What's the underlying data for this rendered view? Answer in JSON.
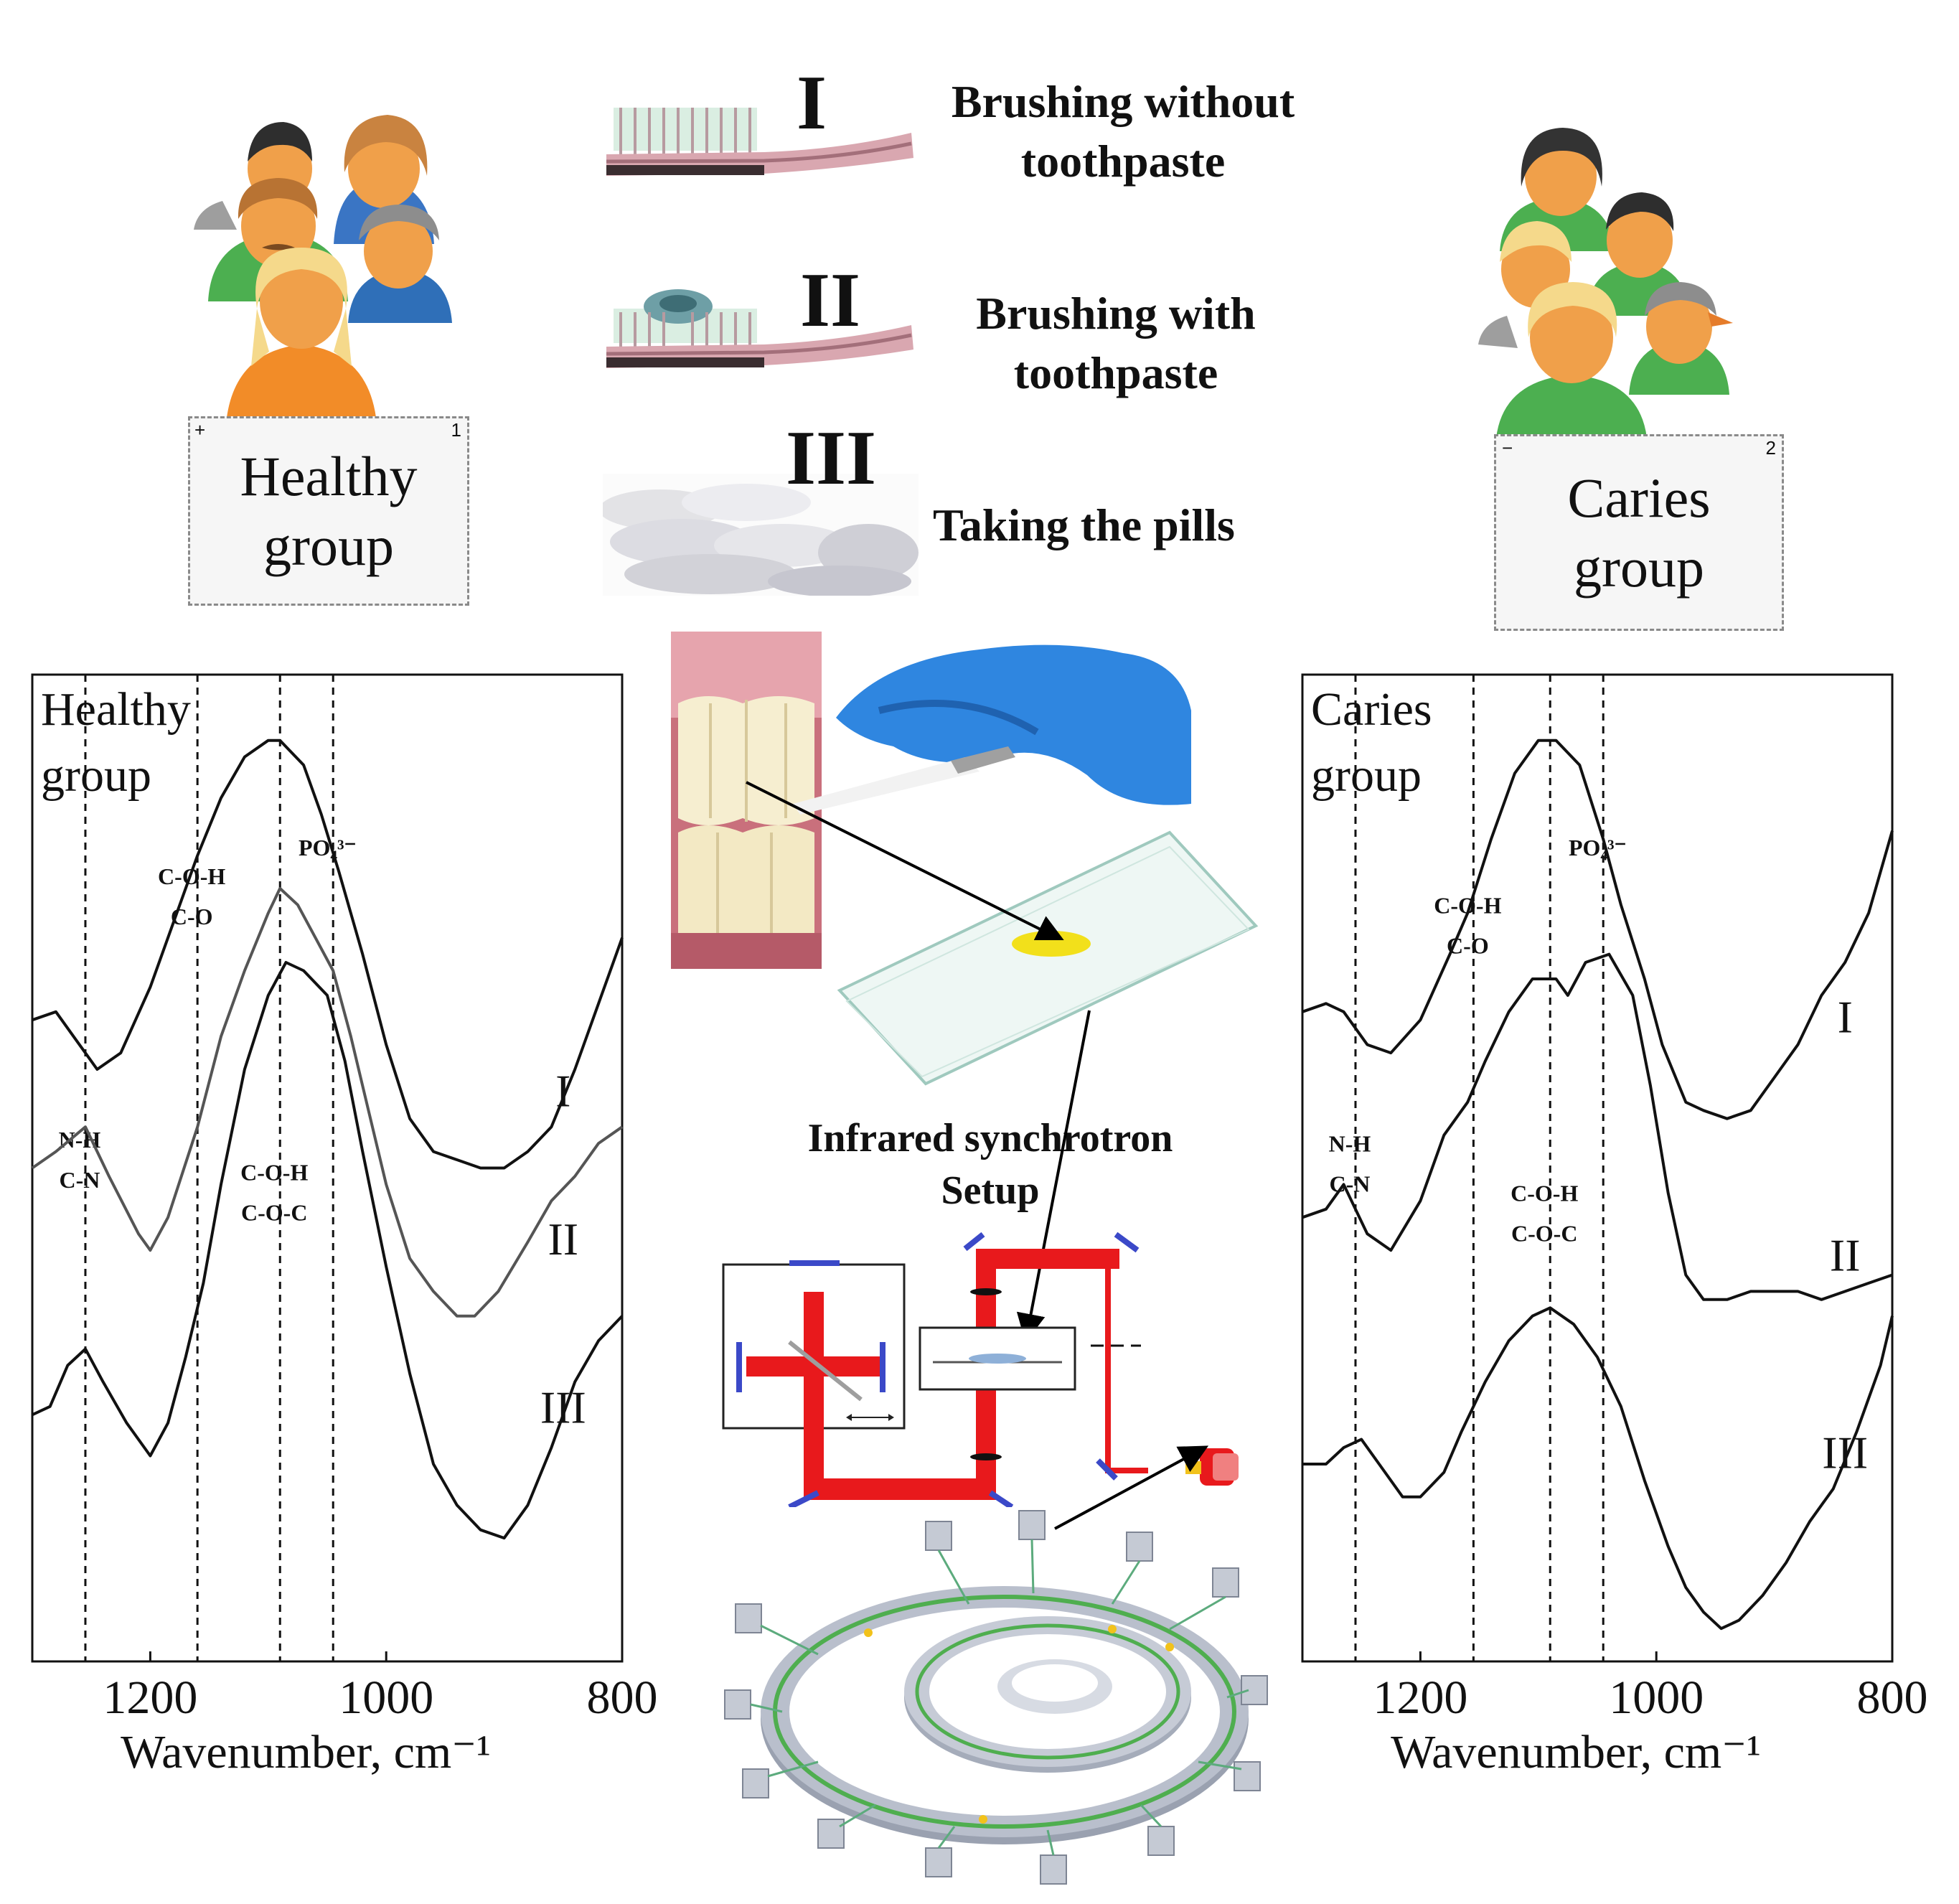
{
  "groups": {
    "healthy": {
      "label": "Healthy\ngroup",
      "tab_symbol": "+",
      "tab_number": "1"
    },
    "caries": {
      "label": "Caries\ngroup",
      "tab_symbol": "−",
      "tab_number": "2"
    }
  },
  "steps": [
    {
      "numeral": "I",
      "text": "Brushing without\ntoothpaste",
      "icon": "toothbrush-icon"
    },
    {
      "numeral": "II",
      "text": "Brushing with\ntoothpaste",
      "icon": "toothbrush-with-paste-icon"
    },
    {
      "numeral": "III",
      "text": "Taking the pills",
      "icon": "pills-icon"
    }
  ],
  "setup": {
    "title": "Infrared synchrotron\nSetup"
  },
  "chart_data": [
    {
      "type": "line",
      "title": "Healthy\ngroup",
      "xlabel": "Wavenumber, cm⁻¹",
      "ylabel": "",
      "xlim": [
        1300,
        800
      ],
      "x_ticks": [
        1200,
        1000,
        800
      ],
      "x_tick_labels": [
        "1200",
        "1000",
        "800"
      ],
      "grid": false,
      "series": [
        {
          "name": "I",
          "color": "#111111",
          "points": [
            [
              1300,
              0.66
            ],
            [
              1280,
              0.67
            ],
            [
              1265,
              0.64
            ],
            [
              1245,
              0.6
            ],
            [
              1225,
              0.62
            ],
            [
              1200,
              0.7
            ],
            [
              1175,
              0.8
            ],
            [
              1160,
              0.86
            ],
            [
              1140,
              0.93
            ],
            [
              1120,
              0.98
            ],
            [
              1100,
              1.0
            ],
            [
              1090,
              1.0
            ],
            [
              1070,
              0.97
            ],
            [
              1055,
              0.91
            ],
            [
              1040,
              0.84
            ],
            [
              1020,
              0.74
            ],
            [
              1000,
              0.63
            ],
            [
              980,
              0.54
            ],
            [
              960,
              0.5
            ],
            [
              940,
              0.49
            ],
            [
              920,
              0.48
            ],
            [
              900,
              0.48
            ],
            [
              880,
              0.5
            ],
            [
              860,
              0.53
            ],
            [
              840,
              0.6
            ],
            [
              820,
              0.68
            ],
            [
              800,
              0.76
            ]
          ]
        },
        {
          "name": "II",
          "color": "#555555",
          "points": [
            [
              1300,
              0.48
            ],
            [
              1280,
              0.5
            ],
            [
              1255,
              0.53
            ],
            [
              1235,
              0.47
            ],
            [
              1210,
              0.4
            ],
            [
              1200,
              0.38
            ],
            [
              1185,
              0.42
            ],
            [
              1160,
              0.53
            ],
            [
              1140,
              0.64
            ],
            [
              1120,
              0.72
            ],
            [
              1100,
              0.79
            ],
            [
              1090,
              0.82
            ],
            [
              1075,
              0.8
            ],
            [
              1060,
              0.76
            ],
            [
              1045,
              0.72
            ],
            [
              1030,
              0.64
            ],
            [
              1015,
              0.55
            ],
            [
              1000,
              0.46
            ],
            [
              980,
              0.37
            ],
            [
              960,
              0.33
            ],
            [
              940,
              0.3
            ],
            [
              925,
              0.3
            ],
            [
              905,
              0.33
            ],
            [
              880,
              0.39
            ],
            [
              860,
              0.44
            ],
            [
              840,
              0.47
            ],
            [
              820,
              0.51
            ],
            [
              800,
              0.53
            ]
          ]
        },
        {
          "name": "III",
          "color": "#111111",
          "points": [
            [
              1300,
              0.18
            ],
            [
              1285,
              0.19
            ],
            [
              1270,
              0.24
            ],
            [
              1255,
              0.26
            ],
            [
              1240,
              0.22
            ],
            [
              1220,
              0.17
            ],
            [
              1200,
              0.13
            ],
            [
              1185,
              0.17
            ],
            [
              1170,
              0.25
            ],
            [
              1155,
              0.34
            ],
            [
              1140,
              0.46
            ],
            [
              1120,
              0.6
            ],
            [
              1100,
              0.69
            ],
            [
              1085,
              0.73
            ],
            [
              1070,
              0.72
            ],
            [
              1050,
              0.69
            ],
            [
              1035,
              0.61
            ],
            [
              1020,
              0.5
            ],
            [
              1000,
              0.36
            ],
            [
              980,
              0.23
            ],
            [
              960,
              0.12
            ],
            [
              940,
              0.07
            ],
            [
              920,
              0.04
            ],
            [
              900,
              0.03
            ],
            [
              880,
              0.07
            ],
            [
              860,
              0.14
            ],
            [
              840,
              0.22
            ],
            [
              820,
              0.27
            ],
            [
              800,
              0.3
            ]
          ]
        }
      ],
      "series_labels": [
        {
          "text": "I",
          "x": 850,
          "y": 0.555
        },
        {
          "text": "II",
          "x": 850,
          "y": 0.375
        },
        {
          "text": "III",
          "x": 850,
          "y": 0.17
        }
      ],
      "markers": [
        {
          "x": 1255,
          "labels": [
            "N-H",
            "C-N"
          ],
          "label_y": 0.505
        },
        {
          "x": 1160,
          "labels": [
            "C-O-H",
            "C-O"
          ],
          "label_y": 0.825
        },
        {
          "x": 1090,
          "labels": [
            "C-O-H",
            "C-O-C"
          ],
          "label_y": 0.465
        },
        {
          "x": 1045,
          "labels": [
            "PO₄³⁻"
          ],
          "label_y": 0.86
        }
      ]
    },
    {
      "type": "line",
      "title": "Caries\ngroup",
      "xlabel": "Wavenumber, cm⁻¹",
      "ylabel": "",
      "xlim": [
        1300,
        800
      ],
      "x_ticks": [
        1200,
        1000,
        800
      ],
      "x_tick_labels": [
        "1200",
        "1000",
        "800"
      ],
      "grid": false,
      "series": [
        {
          "name": "I",
          "color": "#111111",
          "points": [
            [
              1300,
              0.67
            ],
            [
              1280,
              0.68
            ],
            [
              1265,
              0.67
            ],
            [
              1245,
              0.63
            ],
            [
              1225,
              0.62
            ],
            [
              1200,
              0.66
            ],
            [
              1175,
              0.74
            ],
            [
              1160,
              0.79
            ],
            [
              1140,
              0.88
            ],
            [
              1120,
              0.96
            ],
            [
              1100,
              1.0
            ],
            [
              1085,
              1.0
            ],
            [
              1065,
              0.97
            ],
            [
              1045,
              0.88
            ],
            [
              1030,
              0.8
            ],
            [
              1010,
              0.71
            ],
            [
              995,
              0.63
            ],
            [
              975,
              0.56
            ],
            [
              960,
              0.55
            ],
            [
              940,
              0.54
            ],
            [
              920,
              0.55
            ],
            [
              900,
              0.59
            ],
            [
              880,
              0.63
            ],
            [
              860,
              0.69
            ],
            [
              840,
              0.73
            ],
            [
              820,
              0.79
            ],
            [
              800,
              0.89
            ]
          ]
        },
        {
          "name": "II",
          "color": "#111111",
          "points": [
            [
              1300,
              0.42
            ],
            [
              1280,
              0.43
            ],
            [
              1265,
              0.46
            ],
            [
              1245,
              0.4
            ],
            [
              1225,
              0.38
            ],
            [
              1200,
              0.44
            ],
            [
              1180,
              0.52
            ],
            [
              1160,
              0.56
            ],
            [
              1145,
              0.61
            ],
            [
              1125,
              0.67
            ],
            [
              1105,
              0.71
            ],
            [
              1085,
              0.71
            ],
            [
              1075,
              0.69
            ],
            [
              1060,
              0.73
            ],
            [
              1040,
              0.74
            ],
            [
              1020,
              0.69
            ],
            [
              1005,
              0.58
            ],
            [
              990,
              0.45
            ],
            [
              975,
              0.35
            ],
            [
              960,
              0.32
            ],
            [
              940,
              0.32
            ],
            [
              920,
              0.33
            ],
            [
              900,
              0.33
            ],
            [
              880,
              0.33
            ],
            [
              860,
              0.32
            ],
            [
              840,
              0.33
            ],
            [
              820,
              0.34
            ],
            [
              800,
              0.35
            ]
          ]
        },
        {
          "name": "III",
          "color": "#111111",
          "points": [
            [
              1300,
              0.12
            ],
            [
              1280,
              0.12
            ],
            [
              1265,
              0.14
            ],
            [
              1250,
              0.15
            ],
            [
              1235,
              0.12
            ],
            [
              1215,
              0.08
            ],
            [
              1200,
              0.08
            ],
            [
              1180,
              0.11
            ],
            [
              1165,
              0.16
            ],
            [
              1145,
              0.22
            ],
            [
              1125,
              0.27
            ],
            [
              1105,
              0.3
            ],
            [
              1090,
              0.31
            ],
            [
              1070,
              0.29
            ],
            [
              1050,
              0.25
            ],
            [
              1030,
              0.19
            ],
            [
              1010,
              0.1
            ],
            [
              990,
              0.02
            ],
            [
              975,
              -0.03
            ],
            [
              960,
              -0.06
            ],
            [
              945,
              -0.08
            ],
            [
              930,
              -0.07
            ],
            [
              910,
              -0.04
            ],
            [
              890,
              0.0
            ],
            [
              870,
              0.05
            ],
            [
              850,
              0.09
            ],
            [
              830,
              0.16
            ],
            [
              810,
              0.24
            ],
            [
              800,
              0.3
            ]
          ]
        }
      ],
      "series_labels": [
        {
          "text": "I",
          "x": 840,
          "y": 0.645
        },
        {
          "text": "II",
          "x": 840,
          "y": 0.355
        },
        {
          "text": "III",
          "x": 840,
          "y": 0.115
        }
      ],
      "markers": [
        {
          "x": 1255,
          "labels": [
            "N-H",
            "C-N"
          ],
          "label_y": 0.5
        },
        {
          "x": 1155,
          "labels": [
            "C-O-H",
            "C-O"
          ],
          "label_y": 0.79
        },
        {
          "x": 1090,
          "labels": [
            "C-O-H",
            "C-O-C"
          ],
          "label_y": 0.44
        },
        {
          "x": 1045,
          "labels": [
            "PO₄³⁻"
          ],
          "label_y": 0.86
        }
      ]
    }
  ]
}
